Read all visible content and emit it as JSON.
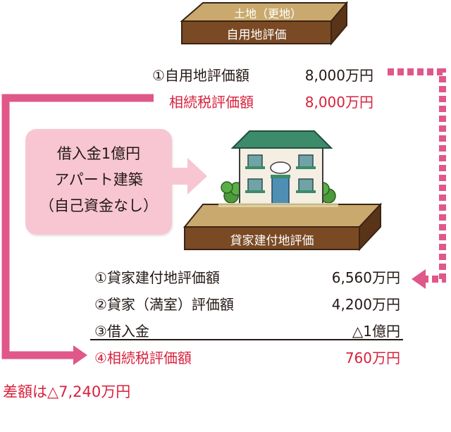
{
  "top_block": {
    "top_text": "土地（更地）",
    "front_text": "自用地評価"
  },
  "upper_rows": [
    {
      "label": "①自用地評価額",
      "value": "8,000万円"
    },
    {
      "label": "相続税評価額",
      "value": "8,000万円"
    }
  ],
  "callout": {
    "line1": "借入金1億円",
    "line2": "アパート建築",
    "line3": "（自己資金なし）"
  },
  "bottom_block": {
    "front_text": "貸家建付地評価"
  },
  "lower_rows": [
    {
      "label": "①貸家建付地評価額",
      "value": "6,560万円"
    },
    {
      "label": "②貸家（満室）評価額",
      "value": "4,200万円"
    },
    {
      "label": "③借入金",
      "value": "△1億円"
    },
    {
      "label": "④相続税評価額",
      "value": "760万円"
    }
  ],
  "difference": "差額は△7,240万円",
  "colors": {
    "block_top": "#c9a96e",
    "block_front": "#7a4a24",
    "arrow_pink": "#e0578a",
    "callout_bg": "#f7c6d2",
    "accent_red": "#d8213c",
    "roof_green": "#3c8b6a"
  },
  "icons": {
    "house": "apartment-building-illustration"
  }
}
